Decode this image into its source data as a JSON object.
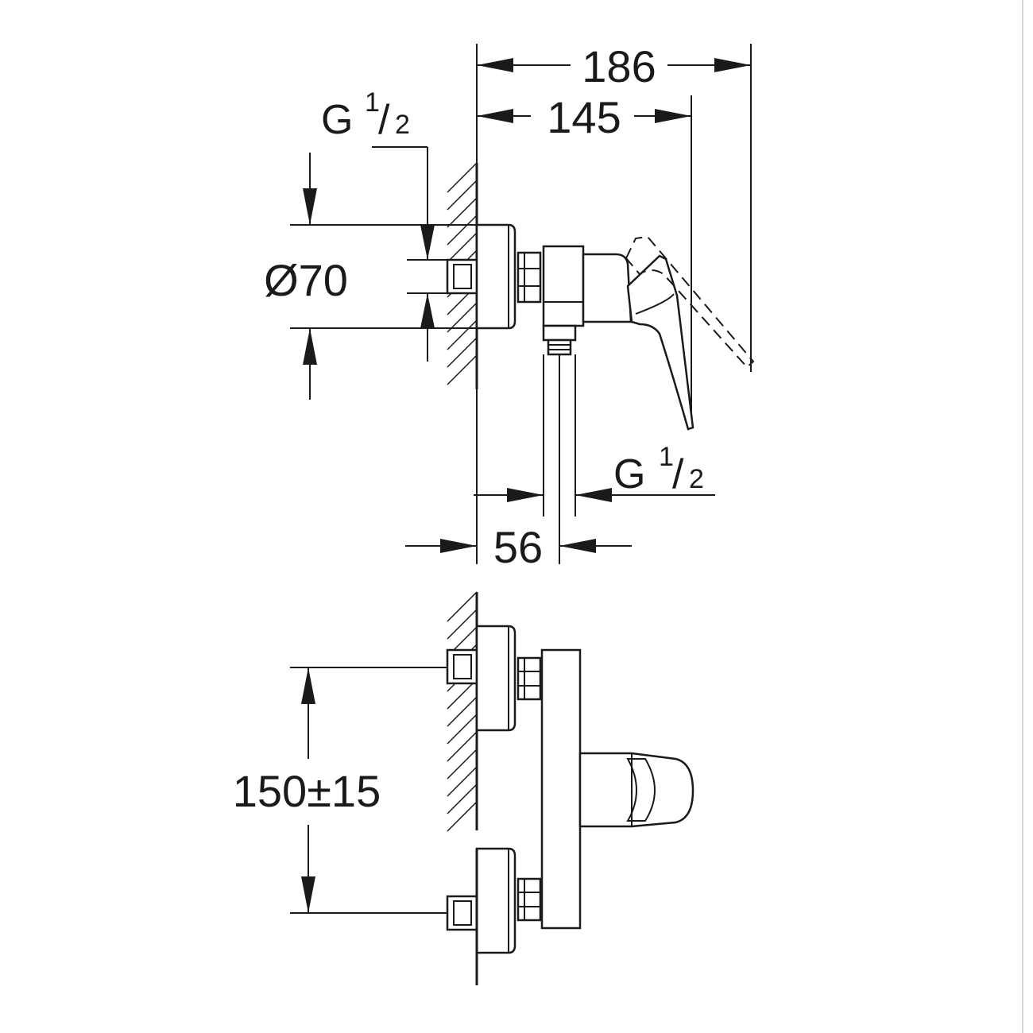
{
  "dimensions": {
    "overall_depth": "186",
    "handle_depth": "145",
    "rosette_diameter": "Ø70",
    "outlet_offset": "56",
    "inlet_spacing": "150±15"
  },
  "threads": {
    "inlet": {
      "prefix": "G",
      "numerator": "1",
      "slash": "/",
      "denominator": "2"
    },
    "outlet": {
      "prefix": "G",
      "numerator": "1",
      "slash": "/",
      "denominator": "2"
    }
  }
}
